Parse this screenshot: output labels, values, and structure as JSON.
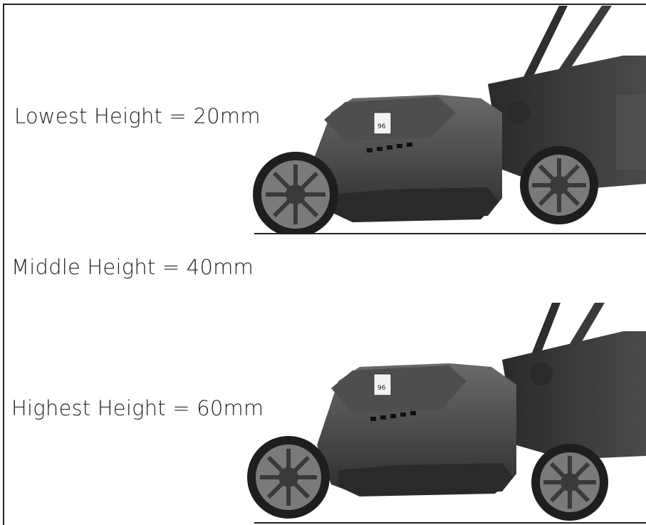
{
  "labels": {
    "lowest": "Lowest Height = 20mm",
    "middle": "Middle Height = 40mm",
    "highest": "Highest Height = 60mm"
  },
  "sticker": {
    "value": "96"
  },
  "colors": {
    "body_dark": "#3a3a3a",
    "body_mid": "#5a5a5a",
    "wheel_rim": "#8a8a8a",
    "line": "#222222"
  }
}
